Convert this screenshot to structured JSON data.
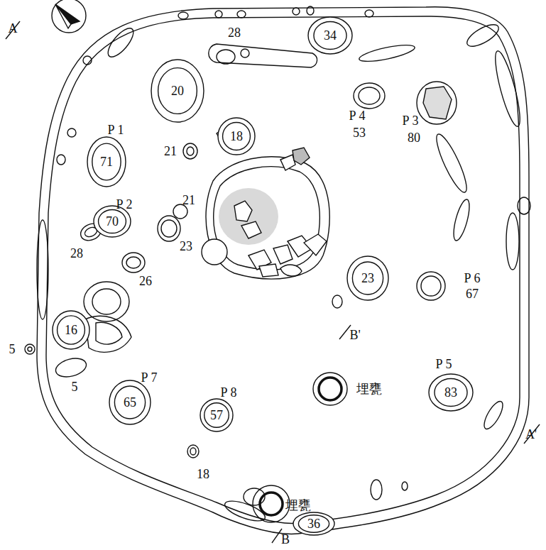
{
  "diagram": {
    "nodes": [
      {
        "text": [
          "34"
        ]
      },
      {
        "text": [
          "20"
        ]
      },
      {
        "text": [
          "18"
        ]
      },
      {
        "text": [
          "71"
        ]
      },
      {
        "text": [
          "70"
        ]
      },
      {
        "text": [
          "23"
        ]
      },
      {
        "text": [
          "16"
        ]
      },
      {
        "text": [
          "65"
        ]
      },
      {
        "text": [
          "57"
        ]
      },
      {
        "text": [
          "83"
        ]
      },
      {
        "text": [
          "36"
        ]
      }
    ],
    "labels": [
      "28",
      "P 1",
      "21",
      "P 2",
      "21",
      "23",
      "28",
      "26",
      "5",
      "5",
      "P 7",
      "P 8",
      "18",
      "P 4",
      "53",
      "P 3",
      "80",
      "P 6",
      "67",
      "P 5",
      "埋甕",
      "埋甕",
      "B'",
      "B",
      "A",
      "A'"
    ]
  }
}
